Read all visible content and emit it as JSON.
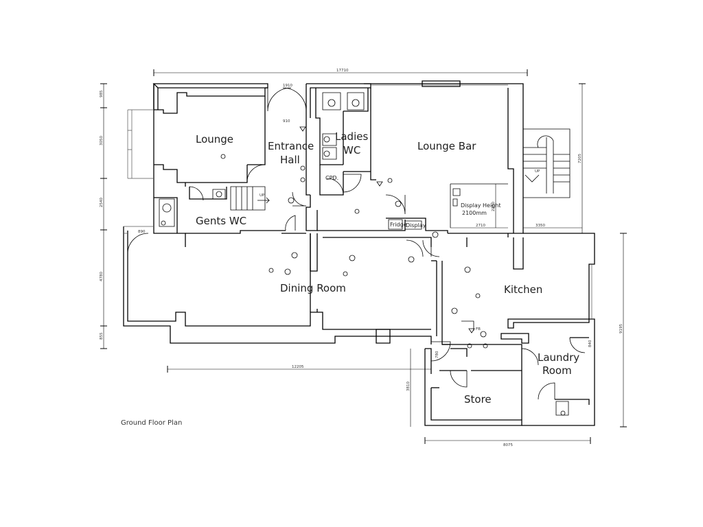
{
  "plan": {
    "caption": "Ground Floor Plan",
    "rooms": {
      "lounge": "Lounge",
      "entrance_1": "Entrance",
      "entrance_2": "Hall",
      "ladies_1": "Ladies",
      "ladies_2": "WC",
      "lounge_bar": "Lounge Bar",
      "cpd": "CPD.",
      "gents_wc": "Gents WC",
      "dining_room": "Dining Room",
      "kitchen": "Kitchen",
      "laundry_1": "Laundry",
      "laundry_2": "Room",
      "store": "Store"
    },
    "labels": {
      "fridge": "Fridge",
      "display": "Display",
      "display_height_1": "Display Height",
      "display_height_2": "2100mm",
      "fb": "FB",
      "up_1": "UP",
      "up_2": "UP"
    },
    "dimensions": {
      "overall_width": "17710",
      "door_1910": "1910",
      "d_910": "910",
      "left_985": "985",
      "left_3050": "3050",
      "left_2540": "2540",
      "d_890": "890",
      "left_4780": "4780",
      "left_855": "855",
      "bottom_12205": "12205",
      "right_7205": "7205",
      "d_3350": "3350",
      "d_2710": "2710",
      "d_2250": "2250",
      "right_9195": "9195",
      "d_780": "780",
      "d_3810": "3810",
      "d_840": "840",
      "bottom_8075": "8075"
    }
  }
}
